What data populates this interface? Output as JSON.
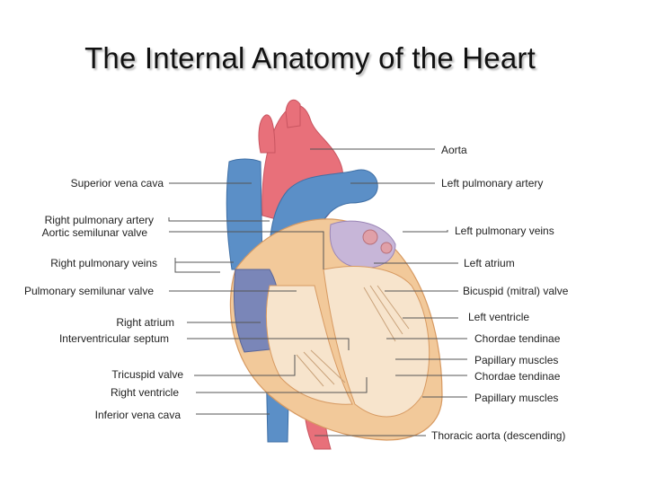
{
  "title": "The Internal Anatomy of the Heart",
  "labels_left": {
    "superior_vena_cava": "Superior vena cava",
    "right_pulmonary_artery": "Right pulmonary artery",
    "aortic_semilunar_valve": "Aortic semilunar valve",
    "right_pulmonary_veins": "Right pulmonary veins",
    "pulmonary_semilunar_valve": "Pulmonary semilunar valve",
    "right_atrium": "Right atrium",
    "interventricular_septum": "Interventricular septum",
    "tricuspid_valve": "Tricuspid valve",
    "right_ventricle": "Right ventricle",
    "inferior_vena_cava": "Inferior vena cava"
  },
  "labels_right": {
    "aorta": "Aorta",
    "left_pulmonary_artery": "Left pulmonary artery",
    "left_pulmonary_veins": "Left pulmonary veins",
    "left_atrium": "Left atrium",
    "bicuspid_valve": "Bicuspid (mitral) valve",
    "left_ventricle": "Left ventricle",
    "chordae_tendinae_1": "Chordae tendinae",
    "papillary_muscles_1": "Papillary muscles",
    "chordae_tendinae_2": "Chordae tendinae",
    "papillary_muscles_2": "Papillary muscles",
    "thoracic_aorta": "Thoracic aorta (descending)"
  },
  "colors": {
    "artery": "#e8707a",
    "vein": "#5b8fc7",
    "muscle": "#f2c99a",
    "chamber": "#f7e4cc",
    "leader_line": "#555555"
  }
}
